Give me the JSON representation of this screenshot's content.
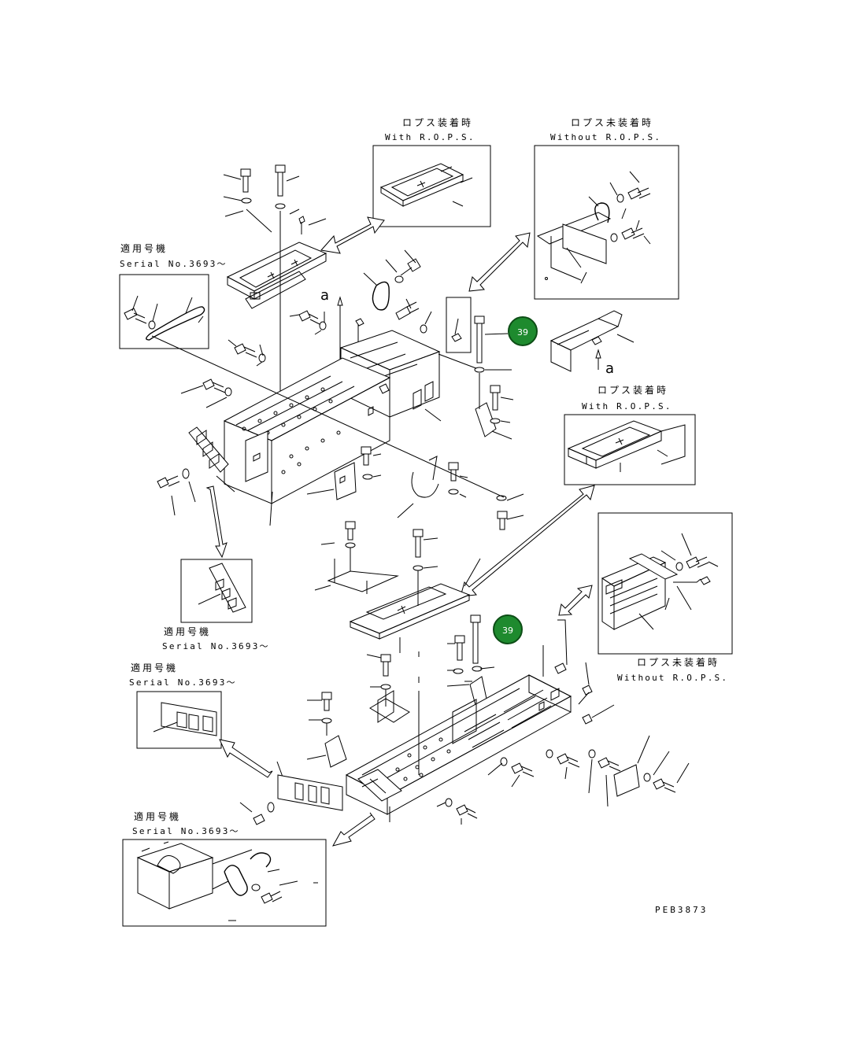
{
  "document": {
    "drawing_code": "PEB3873"
  },
  "callouts": [
    {
      "label": "39"
    },
    {
      "label": "39"
    }
  ],
  "panels": {
    "top_with_rops": {
      "jp": "ロプス装着時",
      "en": "With R.O.P.S."
    },
    "top_without_rops": {
      "jp": "ロプス未装着時",
      "en": "Without R.O.P.S."
    },
    "right_with_rops": {
      "jp": "ロプス装着時",
      "en": "With R.O.P.S."
    },
    "right_without_rops": {
      "jp": "ロプス未装着時",
      "en": "Without R.O.P.S."
    },
    "serial_left_upper": {
      "jp": "適用号機",
      "en": "Serial No.3693～"
    },
    "serial_mid": {
      "jp": "適用号機",
      "en": "Serial No.3693～"
    },
    "serial_left_lower": {
      "jp": "適用号機",
      "en": "Serial No.3693～"
    },
    "serial_bottom": {
      "jp": "適用号機",
      "en": "Serial No.3693～"
    }
  },
  "view_markers": {
    "left": "a",
    "right": "a"
  }
}
